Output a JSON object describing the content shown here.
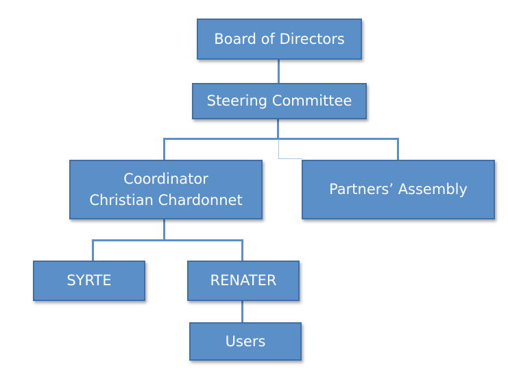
{
  "org_chart": {
    "nodes": {
      "board": {
        "label": "Board of Directors"
      },
      "steering": {
        "label": "Steering Committee"
      },
      "coordinator": {
        "title": "Coordinator",
        "name": "Christian Chardonnet"
      },
      "partners": {
        "label": "Partners’ Assembly"
      },
      "syrte": {
        "label": "SYRTE"
      },
      "renater": {
        "label": "RENATER"
      },
      "users": {
        "label": "Users"
      }
    },
    "connections": [
      [
        "board",
        "steering"
      ],
      [
        "steering",
        "coordinator"
      ],
      [
        "steering",
        "partners"
      ],
      [
        "coordinator",
        "syrte"
      ],
      [
        "coordinator",
        "renater"
      ],
      [
        "renater",
        "users"
      ]
    ],
    "colors": {
      "box_fill": "#5b8fc7",
      "box_border": "#3f6fa3",
      "connector": "#5b8fc7",
      "text": "#ffffff"
    }
  }
}
